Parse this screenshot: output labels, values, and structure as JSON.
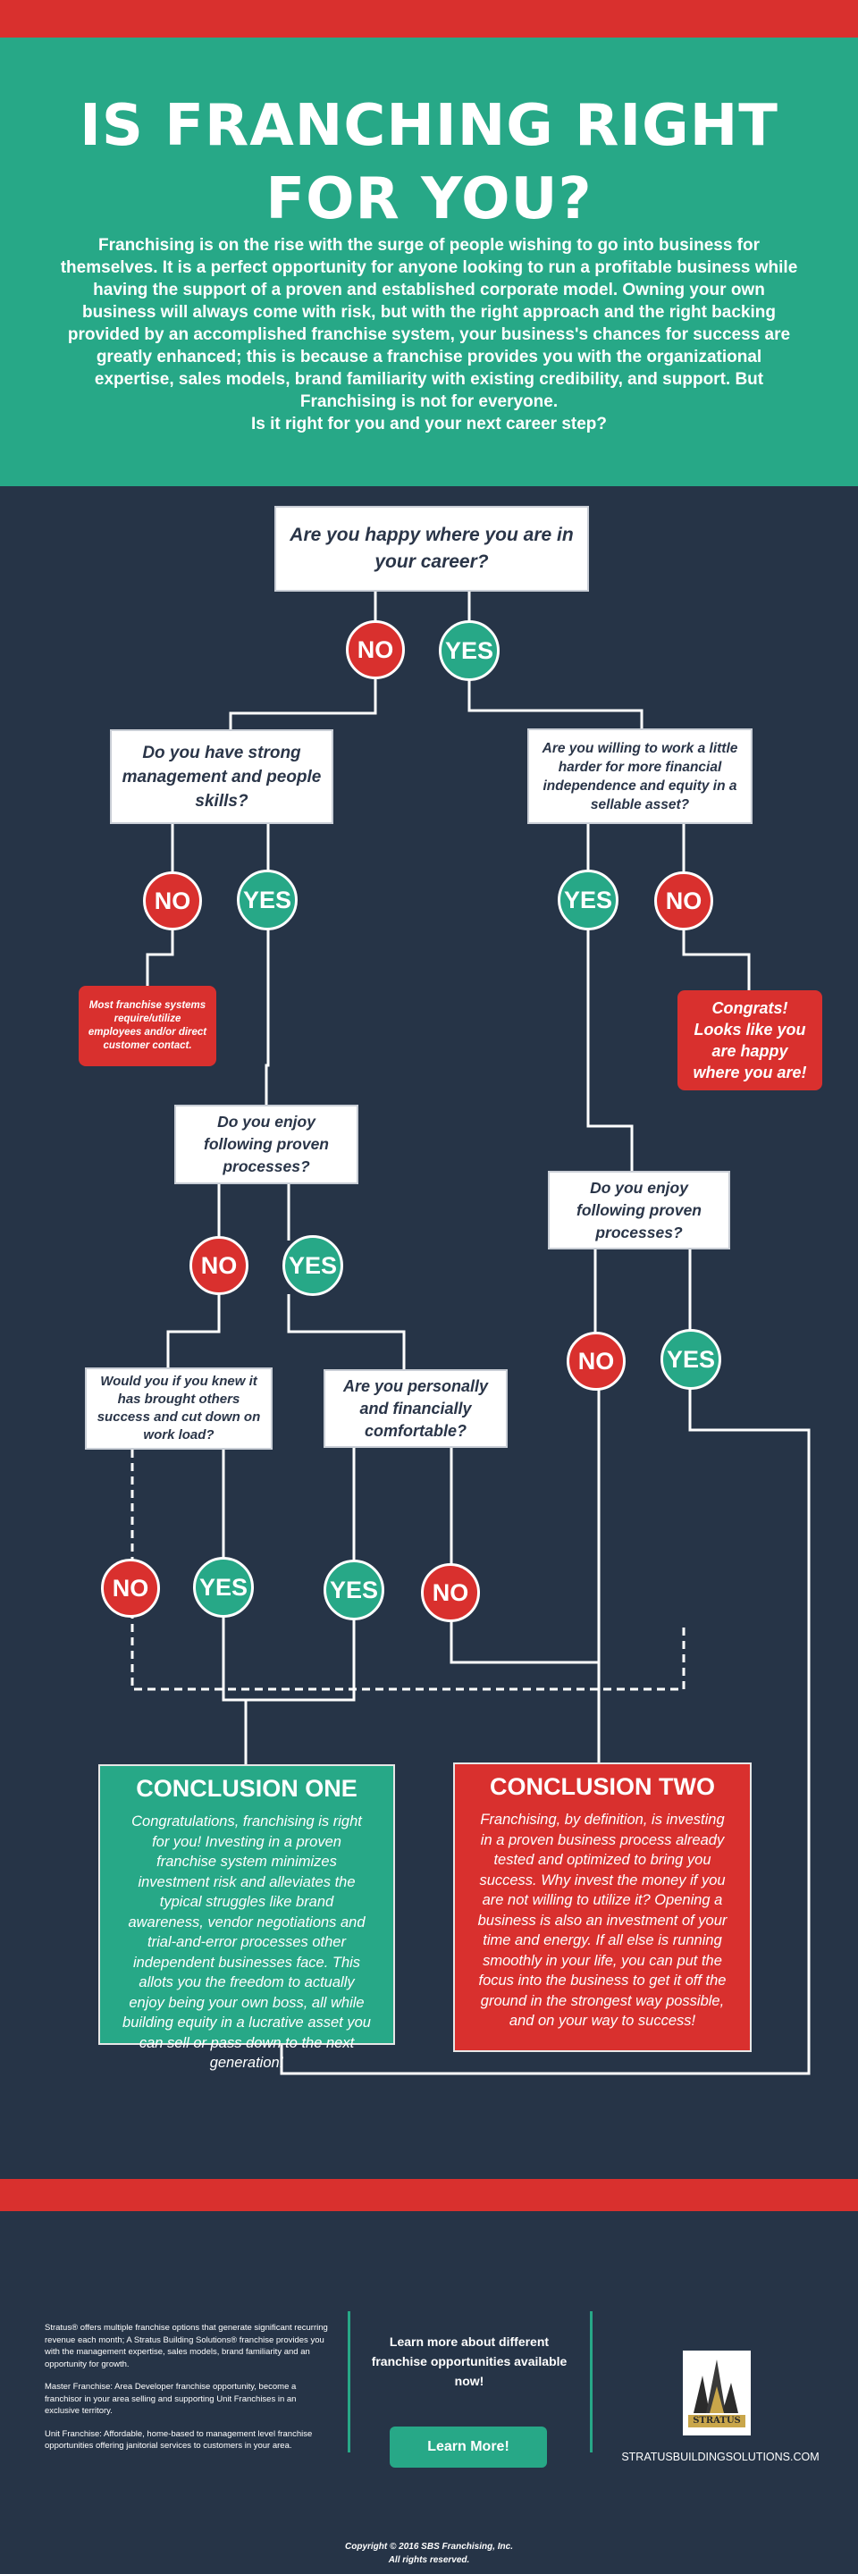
{
  "header": {
    "title_line1": "IS FRANCHING RIGHT",
    "title_line2": "FOR YOU?",
    "intro": "Franchising is on the rise with the surge of people wishing to go into business for themselves. It is a perfect opportunity for anyone looking to run a profitable business while having the support of a proven and established corporate model. Owning your own business will always come with risk, but with the right approach and the right backing provided by an accomplished franchise system, your business's chances for success are greatly enhanced; this is because a franchise provides you with the organizational expertise, sales models, brand familiarity with existing credibility, and support. But Franchising is not for everyone.",
    "intro_last": "Is it right for you and your next career step?"
  },
  "flow": {
    "q1": "Are you happy where you are in your career?",
    "q2": "Do you have strong management and people skills?",
    "q3": "Are you willing to work a little harder for more financial independence and equity in a sellable asset?",
    "q4": "Do you enjoy following proven processes?",
    "q5": "Do you enjoy following proven processes?",
    "q6": "Would you if you knew it has brought others success and cut down on work load?",
    "q7": "Are you personally and financially comfortable?",
    "no": "NO",
    "yes": "YES",
    "note_left": "Most franchise systems require/utilize employees and/or direct customer contact.",
    "note_right": "Congrats! Looks like you are happy where you are!"
  },
  "conclusions": {
    "one_title": "CONCLUSION ONE",
    "one_text": "Congratulations, franchising is right for you! Investing in a proven franchise system minimizes investment risk and alleviates the typical struggles like brand awareness, vendor negotiations and trial-and-error processes other independent businesses face. This allots you the freedom to actually enjoy being your own boss, all while building equity in a lucrative asset you can sell or pass down to the next generation!",
    "two_title": "CONCLUSION TWO",
    "two_text": "Franchising, by definition, is investing in a proven business process already tested and optimized to bring you success. Why invest the money if you are not willing to utilize it? Opening a business is also an investment of your time and energy. If all else is running smoothly in your life, you can put the focus into the business to get it off the ground in the strongest way possible, and on your way to success!"
  },
  "footer": {
    "para1": "Stratus® offers multiple franchise options that generate significant recurring revenue each month; A Stratus Building Solutions® franchise provides you with the management expertise, sales models, brand familiarity and an opportunity for growth.",
    "para2": "Master Franchise: Area Developer franchise opportunity, become a franchisor in your area selling and supporting Unit Franchises in an exclusive territory.",
    "para3": "Unit Franchise: Affordable, home-based to management level franchise opportunities offering janitorial services to customers in your area.",
    "learn_text": "Learn more about different franchise opportunities available now!",
    "learn_button": "Learn More!",
    "logo_text": "STRATUS",
    "website": "STRATUSBUILDINGSOLUTIONS.COM",
    "copyright": "Copyright © 2016 SBS Franchising, Inc.",
    "rights": "All rights reserved."
  },
  "colors": {
    "green": "#27a887",
    "red": "#d9302e",
    "navy": "#263447"
  }
}
